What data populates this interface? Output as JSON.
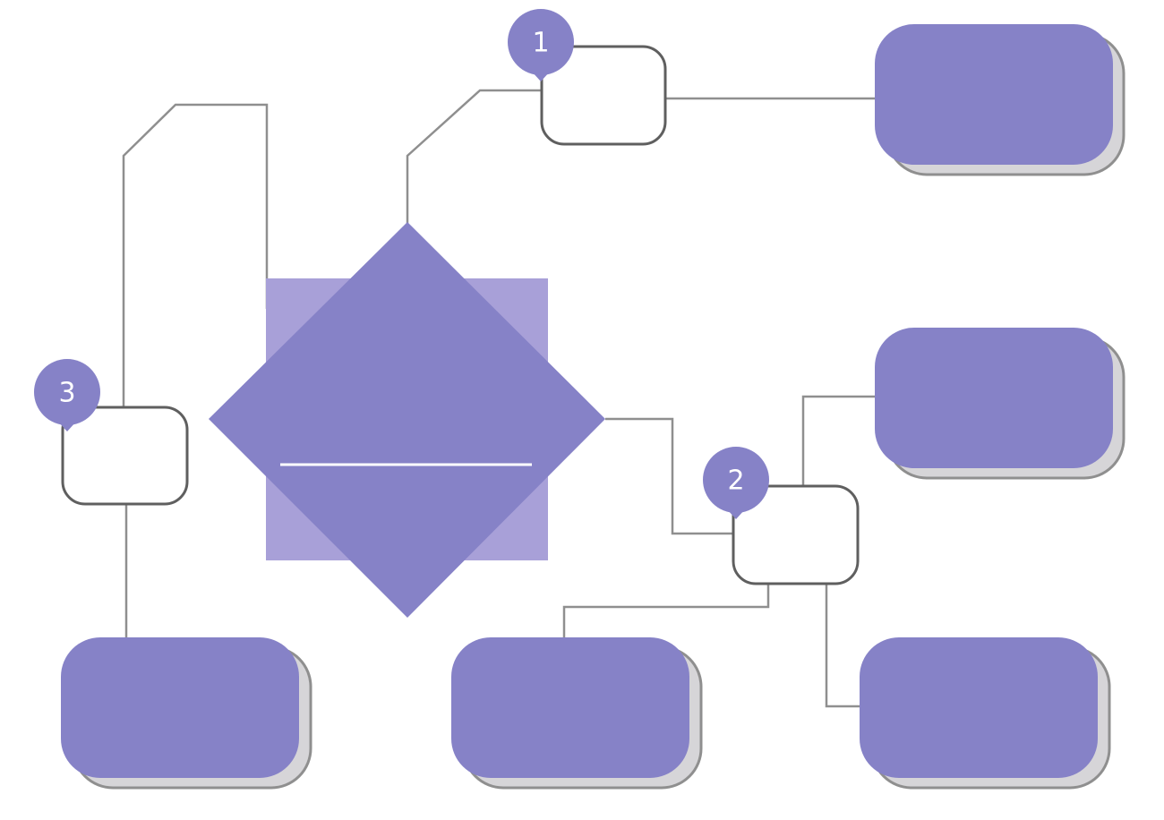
{
  "colors": {
    "accent": "#8682c7",
    "accent_light": "#a8a0d8",
    "connector": "#8f8f8f",
    "node_border": "#5f5f5f",
    "card_shadow": "#d6d5d8",
    "background": "#ffffff"
  },
  "steps": [
    {
      "number": "1"
    },
    {
      "number": "2"
    },
    {
      "number": "3"
    }
  ]
}
